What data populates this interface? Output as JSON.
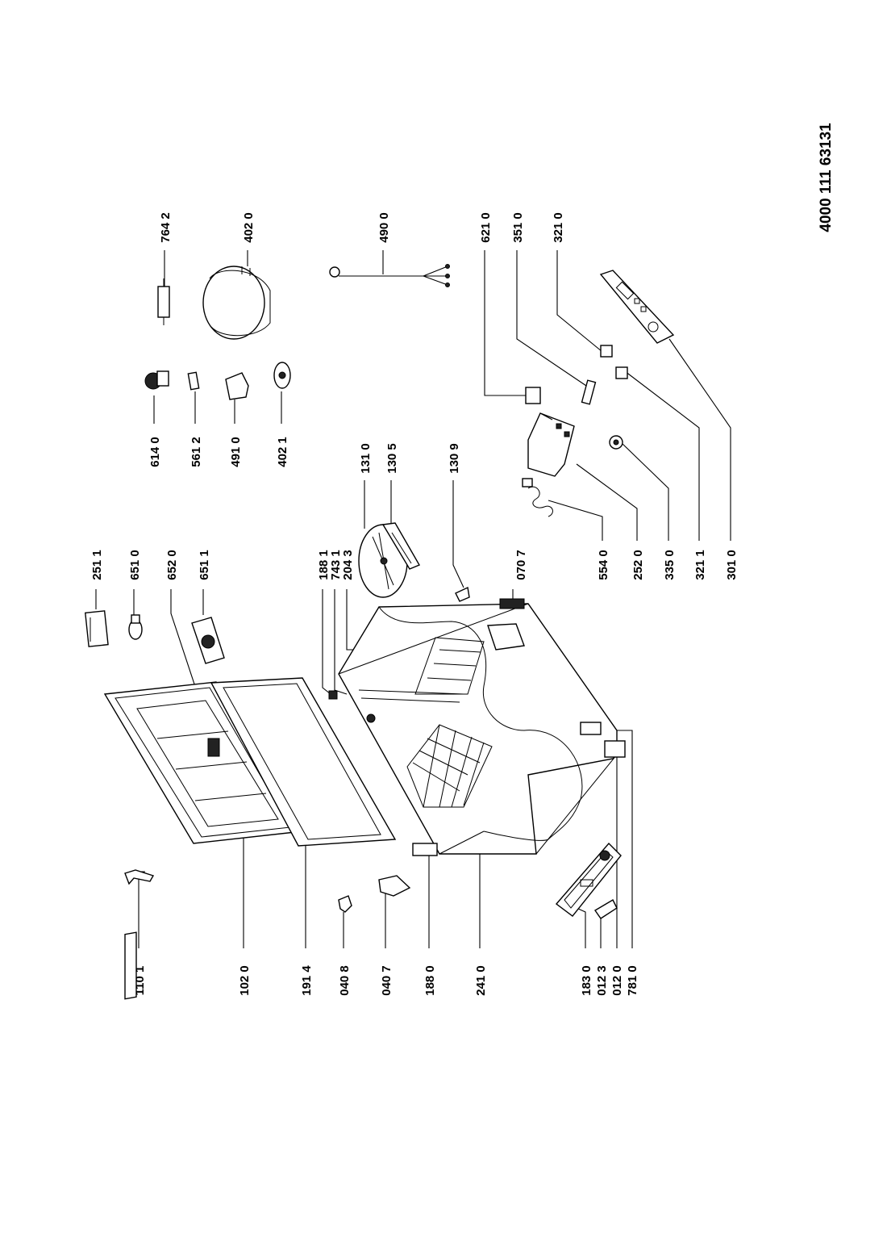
{
  "document_number": "4000 111 63131",
  "callouts": [
    "110 1",
    "102 0",
    "191 4",
    "040 8",
    "040 7",
    "188 0",
    "241 0",
    "183 0",
    "012 3",
    "012 0",
    "781 0",
    "251 1",
    "651 0",
    "652 0",
    "651 1",
    "188 1",
    "743 1",
    "204 3",
    "070 7",
    "131 0",
    "130 5",
    "130 9",
    "614 0",
    "561 2",
    "491 0",
    "402 1",
    "764 2",
    "402 0",
    "490 0",
    "554 0",
    "252 0",
    "335 0",
    "321 1",
    "301 0",
    "621 0",
    "351 0",
    "321 0"
  ]
}
